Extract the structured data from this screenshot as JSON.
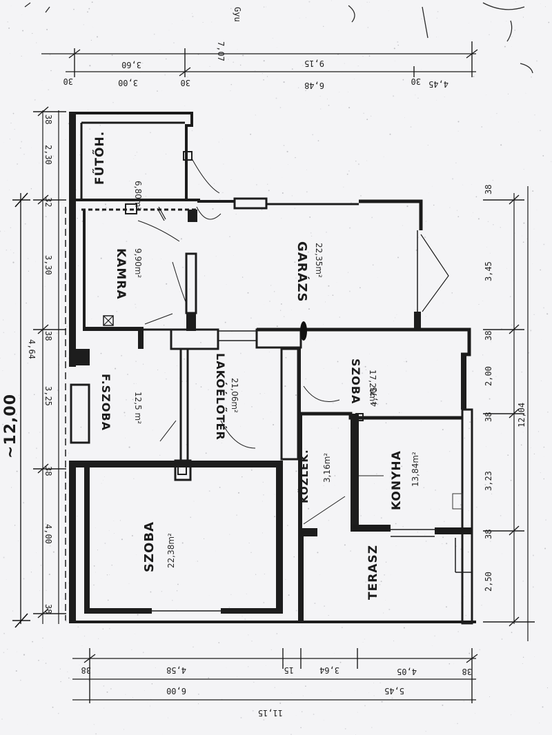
{
  "plan": {
    "overall_width": "~12,00",
    "rooms": [
      {
        "key": "futoh",
        "name": "FŰTŐH.",
        "area": "6,80m²"
      },
      {
        "key": "kamra",
        "name": "KAMRA",
        "area": "9,90m²"
      },
      {
        "key": "garazs",
        "name": "GARÁZS",
        "area": "22,35m²"
      },
      {
        "key": "fszoba",
        "name": "F.SZOBA",
        "area": "12,5 m²"
      },
      {
        "key": "lakoelter",
        "name": "LAKÓÉLŐTÉR",
        "area": "21,06m²"
      },
      {
        "key": "szoba_right",
        "name": "SZOBA",
        "area": "17,20m²"
      },
      {
        "key": "kozlek",
        "name": "KÖZLEK.",
        "area": "3,16m²"
      },
      {
        "key": "konyha",
        "name": "KONYHA",
        "area": "13,84m²"
      },
      {
        "key": "szoba_main",
        "name": "SZOBA",
        "area": "22,38m²"
      },
      {
        "key": "terasz",
        "name": "TERASZ",
        "area": ""
      }
    ],
    "dims_left": [
      "38",
      "2,30",
      "32",
      "3,30",
      "4,64",
      "38",
      "3,25",
      "38",
      "4,00",
      "38"
    ],
    "dims_right": [
      "38",
      "3,45",
      "38",
      "2,00",
      "4,75",
      "38",
      "3,23",
      "12,04",
      "38",
      "2,50"
    ],
    "dims_top": [
      "30",
      "3,00",
      "30",
      "6,48",
      "30",
      "3,60",
      "9,15",
      "4,45"
    ],
    "dims_bottom": [
      "38",
      "4,58",
      "15",
      "3,64",
      "4,05",
      "38",
      "5,45",
      "6,00",
      "11,15"
    ],
    "top_note": [
      "7,07",
      "Gyu"
    ]
  }
}
